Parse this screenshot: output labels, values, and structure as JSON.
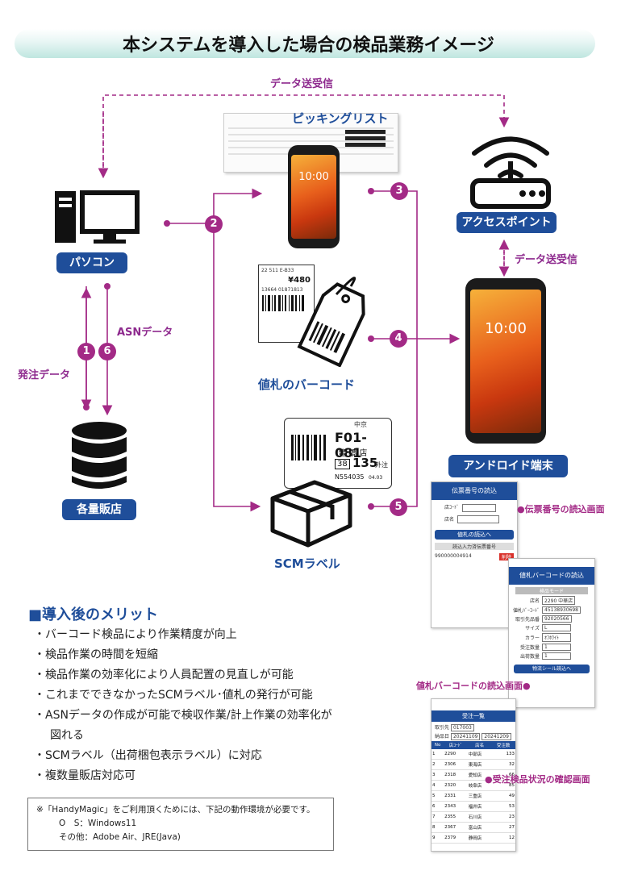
{
  "title": "本システムを導入した場合の検品業務イメージ",
  "labels": {
    "data_exchange_top": "データ送受信",
    "data_exchange_right": "データ送受信",
    "picking_list": "ピッキングリスト",
    "pc": "パソコン",
    "access_point": "アクセスポイント",
    "retail": "各量販店",
    "asn": "ASNデータ",
    "order": "発注データ",
    "price_tag_barcode": "値札のバーコード",
    "scm_label": "SCMラベル",
    "android": "アンドロイド端末"
  },
  "badges": [
    "1",
    "2",
    "3",
    "4",
    "5",
    "6"
  ],
  "phone_clock": "10:00",
  "merits": {
    "heading": "■導入後のメリット",
    "items": [
      "・バーコード検品により作業精度が向上",
      "・検品作業の時間を短縮",
      "・検品作業の効率化により人員配置の見直しが可能",
      "・これまでできなかったSCMラベル･値札の発行が可能",
      "・ASNデータの作成が可能で検収作業/計上作業の効率化が",
      "図れる",
      "・SCMラベル（出荷梱包表示ラベル）に対応",
      "・複数量販店対応可"
    ]
  },
  "note": {
    "line1": "※「HandyMagic」をご利用頂くためには、下記の動作環境が必要です。",
    "line2": "O　S：Windows11",
    "line3": "その他：Adobe Air、JRE(Java)"
  },
  "screens": {
    "callout1": "●伝票番号の読込画面",
    "callout2": "値札バーコードの読込画面●",
    "callout3": "●受注検品状況の確認画面",
    "s1_title": "伝票番号の読込",
    "s1_f1": "店ｺｰﾄﾞ",
    "s1_f2": "店名",
    "s1_btn": "値札の読込へ",
    "s1_row": "読込入力済伝票番号",
    "s1_val": "990000004914",
    "s1_del": "削除",
    "s2_title": "値札バーコードの読込",
    "s2_mode": "検品モード",
    "s2_fields": [
      "店名",
      "値札ﾊﾞｰｺｰﾄﾞ",
      "取引先品番",
      "サイズ",
      "カラー",
      "受注数量",
      "出荷数量"
    ],
    "s2_values": [
      "2290 中華店",
      "45138930698",
      "92020566",
      "L",
      "ｵﾌﾎﾜｲﾄ",
      "1",
      "1"
    ],
    "s2_btn": "物流シール読込へ",
    "s3_title": "受注一覧",
    "s3_f1": "取引先",
    "s3_v1": "017003",
    "s3_f2": "納品日",
    "s3_v2": "20241109",
    "s3_v3": "20241209",
    "s3_head": [
      "No",
      "店ｺｰﾄﾞ",
      "店名",
      "受注数"
    ],
    "s3_rows": [
      [
        "1",
        "2290",
        "中部店",
        "133"
      ],
      [
        "2",
        "2306",
        "東海店",
        "32"
      ],
      [
        "3",
        "2318",
        "愛知店",
        "66"
      ],
      [
        "4",
        "2320",
        "岐阜店",
        "85"
      ],
      [
        "5",
        "2331",
        "三重店",
        "49"
      ],
      [
        "6",
        "2343",
        "福井店",
        "53"
      ],
      [
        "7",
        "2355",
        "石川店",
        "23"
      ],
      [
        "8",
        "2367",
        "富山店",
        "27"
      ],
      [
        "9",
        "2379",
        "静岡店",
        "12"
      ]
    ]
  },
  "tag_text": {
    "t1": "22 511 E-B33",
    "t2": "¥480",
    "t3": "13664 01871813",
    "scm1": "中京",
    "scm2": "F01-081",
    "scm3": "豊 橋 店",
    "scm4": "38",
    "scm5": "135",
    "scm6": "外注",
    "scm7": "N554035",
    "scm8": "04.03"
  },
  "colors": {
    "magenta": "#a32a86",
    "navy": "#1f4e9a"
  }
}
